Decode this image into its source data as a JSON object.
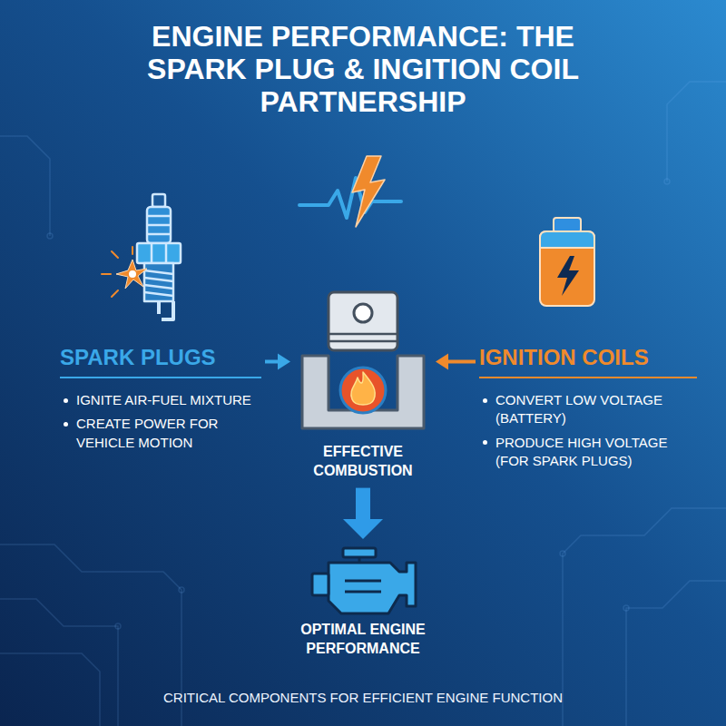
{
  "diagram": {
    "title": "ENGINE PERFORMANCE: THE SPARK PLUG & INGITION COIL PARTNERSHIP",
    "caption": "CRITICAL COMPONENTS FOR EFFICIENT ENGINE FUNCTION",
    "nodes": [
      {
        "text": [
          "SPARK PLUGS",
          "IGNITE AIR-FUEL MIXTURE",
          "CREATE POWER FOR VEHICLE MOTION"
        ]
      },
      {
        "text": [
          "EFFECTIVE COMBUSTION"
        ]
      },
      {
        "text": [
          "IGNITION COILS",
          "CONVERT LOW VOLTAGE (BATTERY)",
          "PRODUCE HIGH VOLTAGE (FOR SPARK PLUGS)"
        ]
      },
      {
        "text": [
          "OPTIMAL ENGINE PERFORMANCE"
        ]
      }
    ],
    "edges": [
      {
        "from": 0,
        "to": 1,
        "arrow": "to"
      },
      {
        "from": 2,
        "to": 1,
        "arrow": "to"
      },
      {
        "from": 1,
        "to": 3,
        "arrow": "to"
      }
    ]
  }
}
